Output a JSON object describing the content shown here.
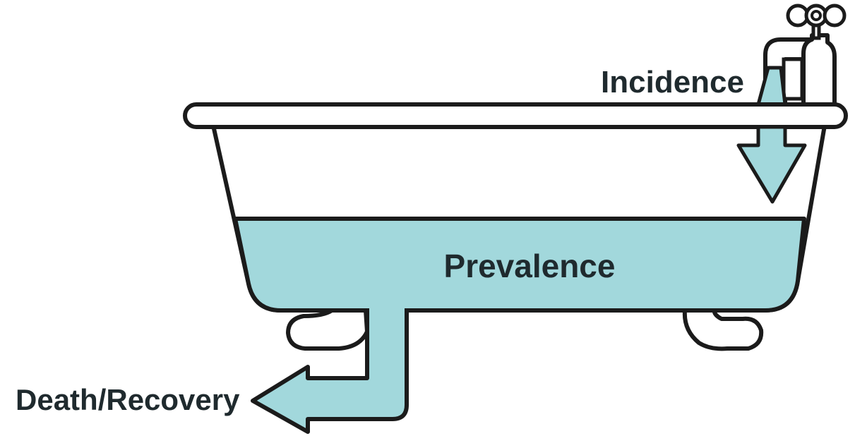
{
  "labels": {
    "incidence": "Incidence",
    "prevalence": "Prevalence",
    "death_recovery": "Death/Recovery"
  },
  "colors": {
    "water": "#a2d8dc",
    "outline": "#1b1b1b",
    "background": "#ffffff",
    "text": "#1f2a2e"
  },
  "icons": [
    "bathtub",
    "faucet",
    "inflow-arrow",
    "outflow-arrow"
  ]
}
